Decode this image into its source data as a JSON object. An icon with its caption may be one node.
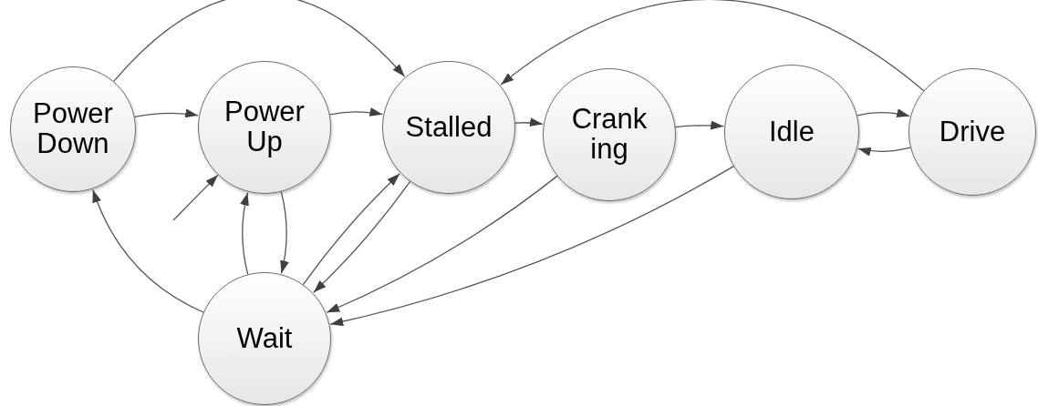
{
  "diagram": {
    "nodes": [
      {
        "text": [
          "Power Down"
        ]
      },
      {
        "text": [
          "Power Up"
        ]
      },
      {
        "text": [
          "Stalled"
        ]
      },
      {
        "text": [
          "Crank ing"
        ]
      },
      {
        "text": [
          "Idle"
        ]
      },
      {
        "text": [
          "Drive"
        ]
      },
      {
        "text": [
          "Wait"
        ]
      }
    ],
    "edges": [
      {
        "from": 0,
        "to": 2,
        "arrow": "to"
      },
      {
        "from": 0,
        "to": 1,
        "arrow": "to"
      },
      {
        "from": 1,
        "to": 2,
        "arrow": "to"
      },
      {
        "from": 2,
        "to": 3,
        "arrow": "to"
      },
      {
        "from": 3,
        "to": 4,
        "arrow": "to"
      },
      {
        "from": 4,
        "to": 5,
        "arrow": "to"
      },
      {
        "from": 5,
        "to": 4,
        "arrow": "to"
      },
      {
        "from": 5,
        "to": 2,
        "arrow": "to"
      },
      {
        "from": null,
        "to": 1,
        "arrow": "to"
      },
      {
        "from": 6,
        "to": 0,
        "arrow": "to"
      },
      {
        "from": 6,
        "to": 1,
        "arrow": "to"
      },
      {
        "from": 1,
        "to": 6,
        "arrow": "to"
      },
      {
        "from": 6,
        "to": 2,
        "arrow": "to"
      },
      {
        "from": 2,
        "to": 6,
        "arrow": "to"
      },
      {
        "from": 3,
        "to": 6,
        "arrow": "to"
      },
      {
        "from": 4,
        "to": 6,
        "arrow": "to"
      }
    ]
  }
}
